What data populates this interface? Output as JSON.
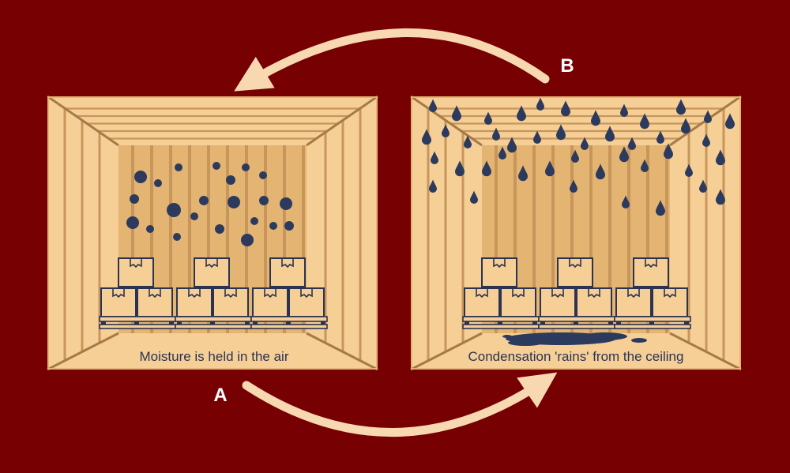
{
  "background": "#760002",
  "colors": {
    "wall_light": "#f6cf97",
    "wall_mid": "#eec286",
    "wall_dark": "#d9a663",
    "wall_back": "#e3b472",
    "rib": "#c8965a",
    "rib_shadow": "#a57a47",
    "crate_fill": "#f6cf97",
    "crate_line": "#2c3350",
    "droplet": "#2c3a5e",
    "arrow": "#f7d8b1",
    "label_text": "#2c3350",
    "marker_text": "#ffffff"
  },
  "panels": {
    "left": {
      "caption": "Moisture is held in the air"
    },
    "right": {
      "caption": "Condensation 'rains' from the ceiling"
    }
  },
  "markers": {
    "a": "A",
    "b": "B"
  },
  "icons": {
    "droplet": "water-droplet-icon",
    "vapor": "vapor-dot-icon",
    "box": "cardboard-box-icon",
    "pallet": "pallet-icon"
  }
}
